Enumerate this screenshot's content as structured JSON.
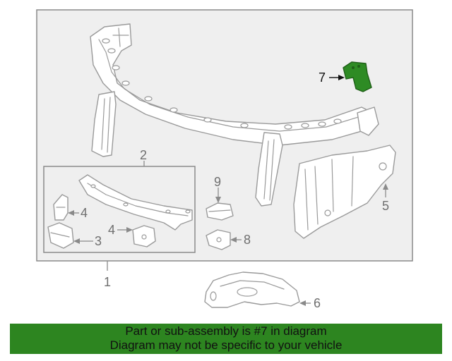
{
  "diagram": {
    "callouts": [
      {
        "id": "1",
        "label": "1"
      },
      {
        "id": "2",
        "label": "2"
      },
      {
        "id": "3",
        "label": "3"
      },
      {
        "id": "4a",
        "label": "4"
      },
      {
        "id": "4b",
        "label": "4"
      },
      {
        "id": "5",
        "label": "5"
      },
      {
        "id": "6",
        "label": "6"
      },
      {
        "id": "7",
        "label": "7"
      },
      {
        "id": "8",
        "label": "8"
      },
      {
        "id": "9",
        "label": "9"
      }
    ],
    "highlight_color": "#2e8b24"
  },
  "footer": {
    "line1": "Part or sub-assembly is #7 in diagram",
    "line2": "Diagram may not be specific to your vehicle",
    "background": "#2d8520"
  }
}
